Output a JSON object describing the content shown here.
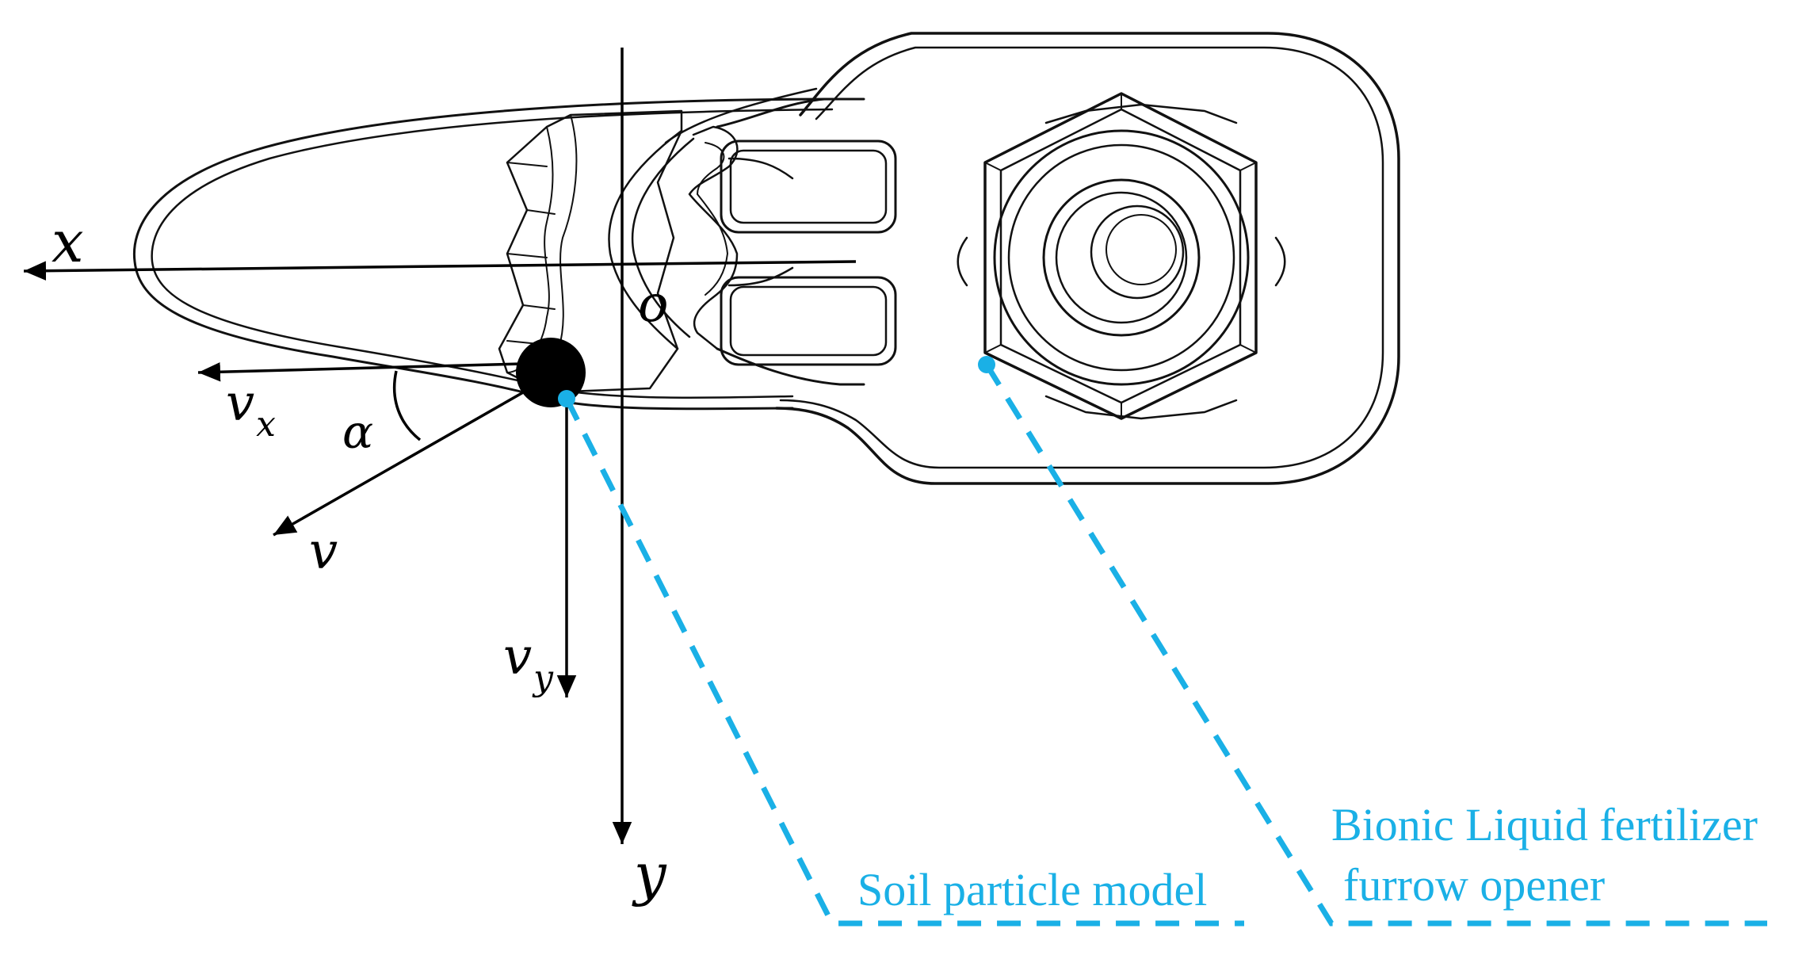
{
  "axes": {
    "x_label": "x",
    "y_label": "y",
    "origin_label": "o"
  },
  "velocity": {
    "v_label": "v",
    "vx_main": "v",
    "vx_sub": "x",
    "vy_main": "v",
    "vy_sub": "y",
    "angle_label": "α"
  },
  "callouts": {
    "soil_particle": "Soil particle model",
    "opener_line1": "Bionic Liquid fertilizer",
    "opener_line2": "furrow opener"
  },
  "colors": {
    "callout": "#1ab0e6",
    "ink": "#111111",
    "particle": "#000000"
  }
}
